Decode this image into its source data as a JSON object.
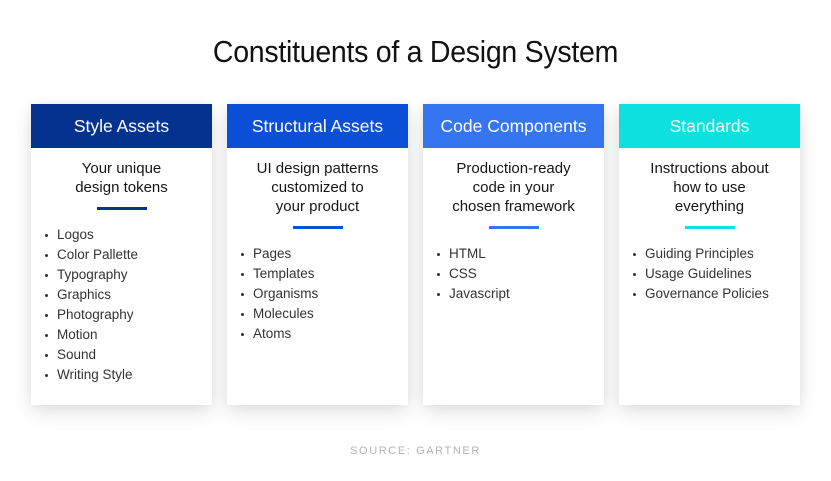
{
  "title": "Constituents of a Design System",
  "cards": [
    {
      "header": "Style Assets",
      "color": "#05318f",
      "subtitle": [
        "Your unique",
        "design tokens"
      ],
      "items": [
        "Logos",
        "Color Pallette",
        "Typography",
        "Graphics",
        "Photography",
        "Motion",
        "Sound",
        "Writing Style"
      ]
    },
    {
      "header": "Structural Assets",
      "color": "#0a4fd6",
      "subtitle": [
        "UI design patterns",
        "customized to",
        "your product"
      ],
      "items": [
        "Pages",
        "Templates",
        "Organisms",
        "Molecules",
        "Atoms"
      ]
    },
    {
      "header": "Code Components",
      "color": "#3575f0",
      "subtitle": [
        "Production-ready",
        "code in your",
        "chosen framework"
      ],
      "items": [
        "HTML",
        "CSS",
        "Javascript"
      ]
    },
    {
      "header": "Standards",
      "color": "#0de0df",
      "subtitle": [
        "Instructions about",
        "how to use",
        "everything"
      ],
      "items": [
        "Guiding Principles",
        "Usage Guidelines",
        "Governance Policies"
      ]
    }
  ],
  "source": "SOURCE: GARTNER"
}
